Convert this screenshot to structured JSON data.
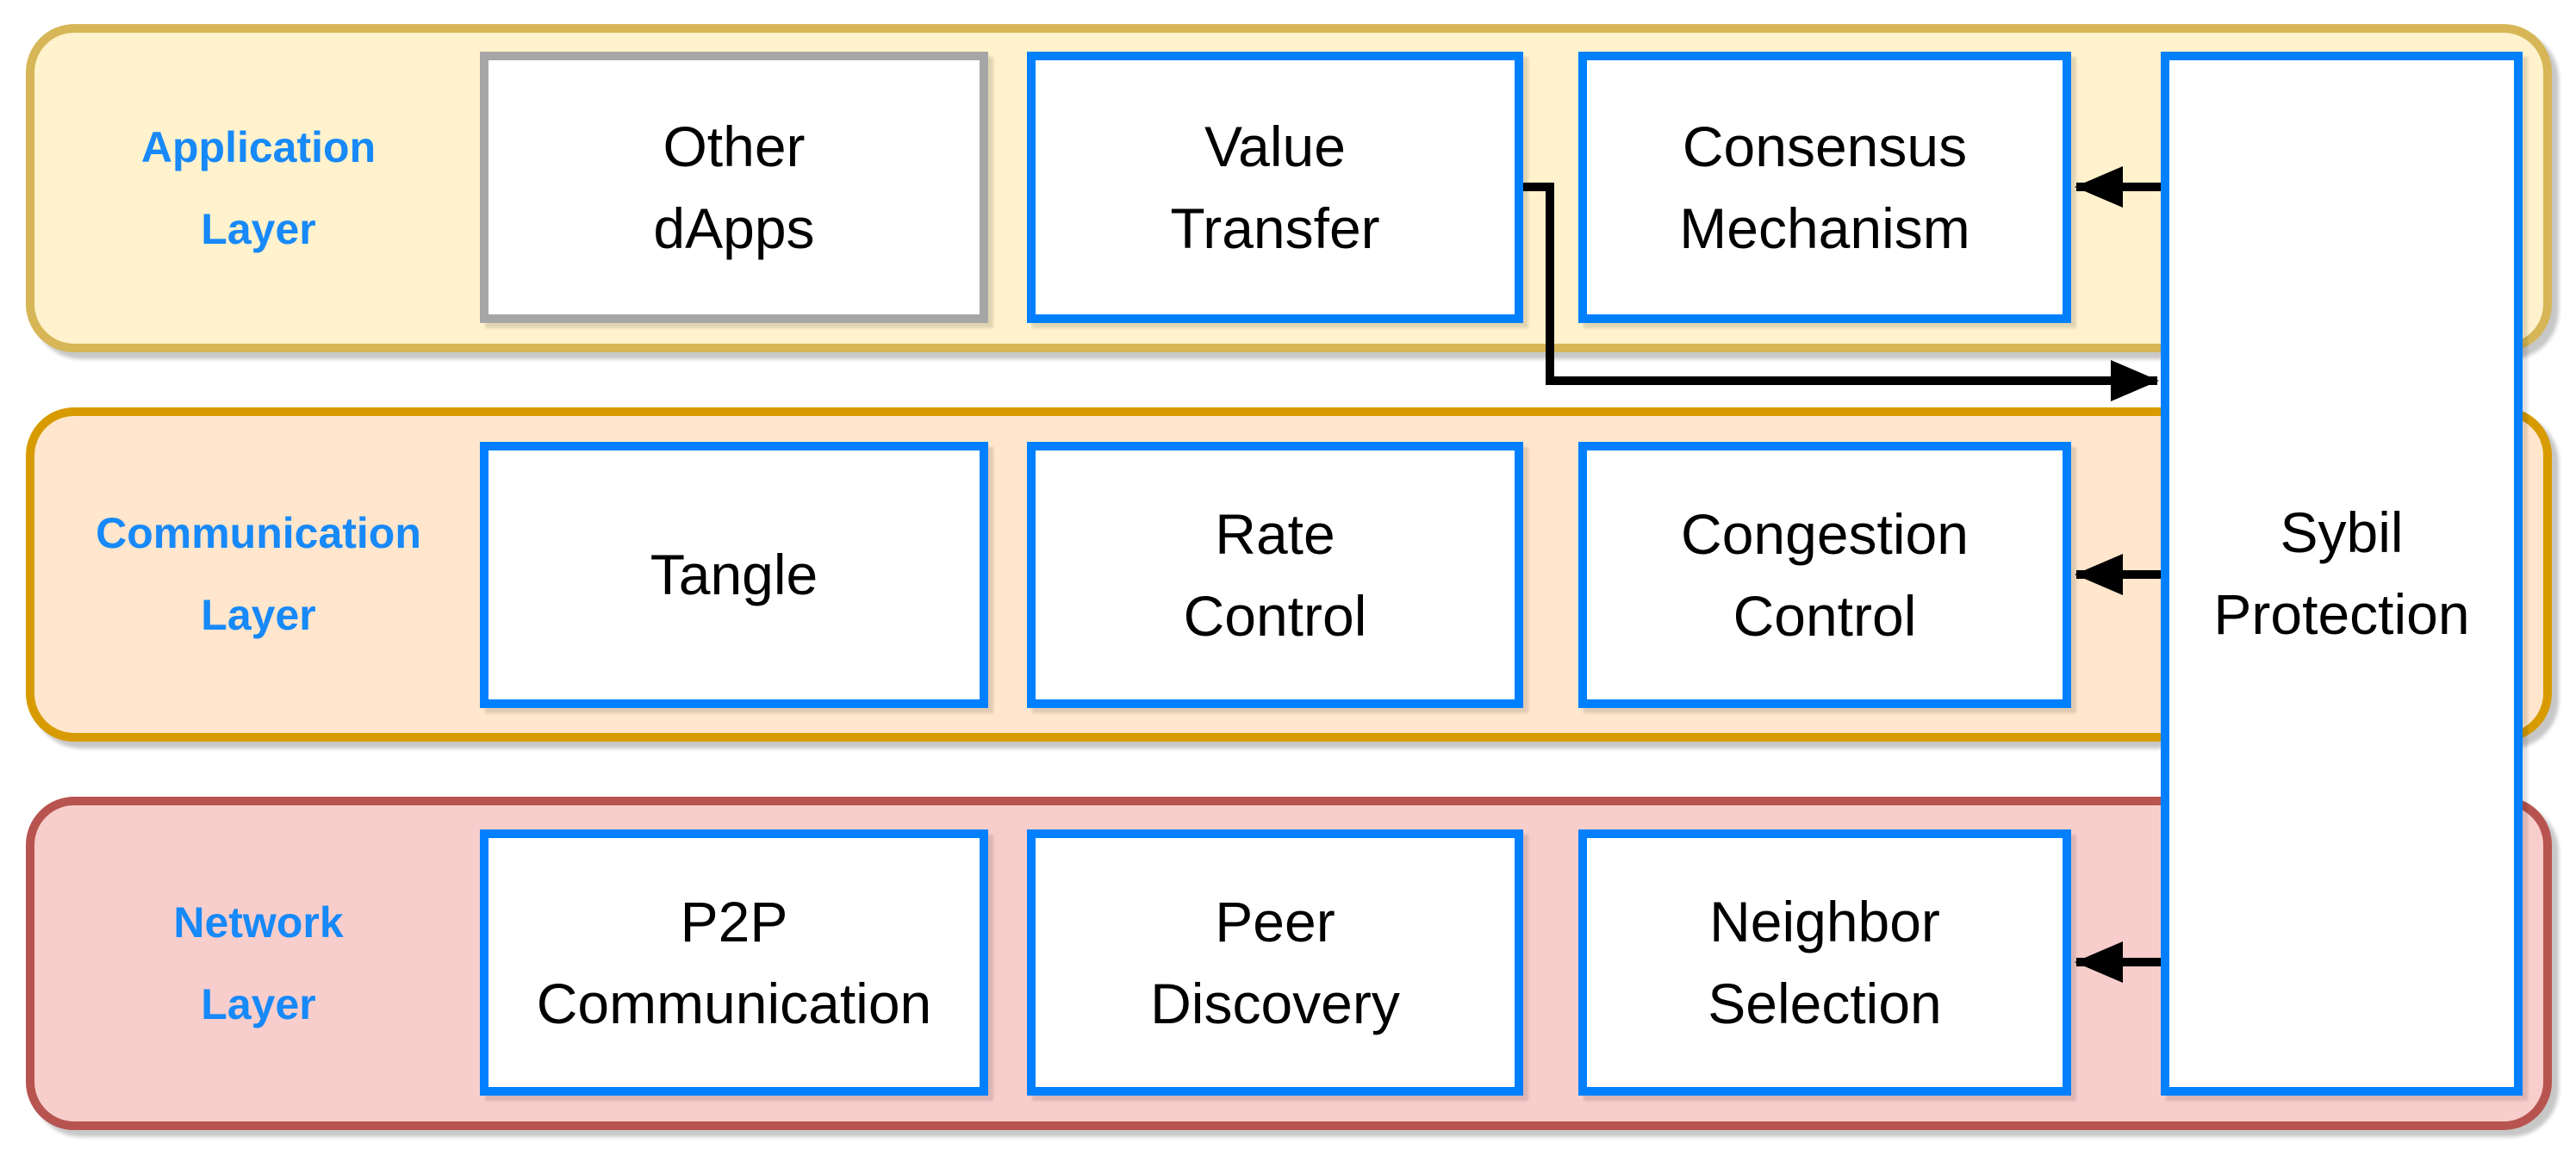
{
  "diagram": {
    "background": "#FFFFFF",
    "node_border_color": "#0080FF",
    "other_dapps_border_color": "#A6A6A6",
    "label_text_color": "#1789F8",
    "node_text_color": "#000000",
    "arrow_color": "#000000",
    "layers": [
      {
        "name": "Application Layer",
        "label_lines": [
          "Application",
          "Layer"
        ],
        "fill": "#FFF2CC",
        "border_color": "#D6B656",
        "boxes": [
          {
            "lines": [
              "Other",
              "dApps"
            ]
          },
          {
            "lines": [
              "Value",
              "Transfer"
            ]
          },
          {
            "lines": [
              "Consensus",
              "Mechanism"
            ]
          }
        ]
      },
      {
        "name": "Communication Layer",
        "label_lines": [
          "Communication",
          "Layer"
        ],
        "fill": "#FFE6CC",
        "border_color": "#D79B00",
        "boxes": [
          {
            "lines": [
              "Tangle"
            ]
          },
          {
            "lines": [
              "Rate",
              "Control"
            ]
          },
          {
            "lines": [
              "Congestion",
              "Control"
            ]
          }
        ]
      },
      {
        "name": "Network Layer",
        "label_lines": [
          "Network",
          "Layer"
        ],
        "fill": "#F8CECC",
        "border_color": "#B85450",
        "boxes": [
          {
            "lines": [
              "P2P",
              "Communication"
            ]
          },
          {
            "lines": [
              "Peer",
              "Discovery"
            ]
          },
          {
            "lines": [
              "Neighbor",
              "Selection"
            ]
          }
        ]
      }
    ],
    "sybil": {
      "lines": [
        "Sybil",
        "Protection"
      ]
    },
    "arrows": [
      {
        "from": "Sybil Protection",
        "to": "Consensus Mechanism"
      },
      {
        "from": "Value Transfer",
        "to": "Sybil Protection"
      },
      {
        "from": "Sybil Protection",
        "to": "Congestion Control"
      },
      {
        "from": "Sybil Protection",
        "to": "Neighbor Selection"
      }
    ]
  }
}
